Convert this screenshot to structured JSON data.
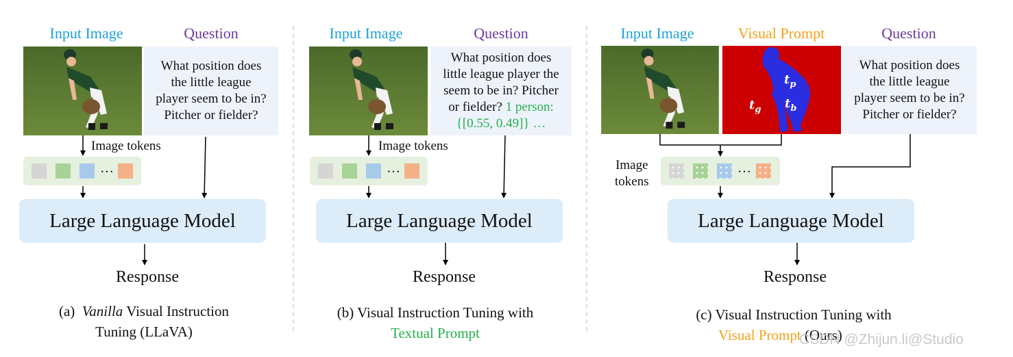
{
  "colors": {
    "input_image": "#1fa0dc",
    "question": "#6b3a9e",
    "visual_prompt": "#f5a01a",
    "textual_prompt": "#22b04a",
    "llm_fill": "#dcecf8",
    "question_fill": "#eef3fb",
    "token_bar_fill": "#e6f0df",
    "mask_background": "#cc0000",
    "mask_person": "#2a2de0"
  },
  "panel_a": {
    "input_image_label": "Input Image",
    "question_label": "Question",
    "question_lines": [
      "What position does",
      "the little league",
      "player seem to be in?",
      "Pitcher or fielder?"
    ],
    "image_tokens_label": "Image tokens",
    "token_ellipsis": "…",
    "llm_label": "Large Language Model",
    "response_label": "Response",
    "caption_prefix": "(a)",
    "caption_italic": "Vanilla",
    "caption_line1_rest": "Visual Instruction",
    "caption_line2": "Tuning (LLaVA)"
  },
  "panel_b": {
    "input_image_label": "Input Image",
    "question_label": "Question",
    "question_lines": [
      "What position does",
      "little league player the",
      "seem to be in? Pitcher"
    ],
    "question_line4_black": "or fielder?",
    "question_line4_green": "1 person:",
    "question_line5_green": "{[0.55, 0.49]} …",
    "image_tokens_label": "Image tokens",
    "token_ellipsis": "…",
    "llm_label": "Large Language Model",
    "response_label": "Response",
    "caption_line1": "(b)  Visual Instruction Tuning with",
    "caption_line2": "Textual Prompt"
  },
  "panel_c": {
    "input_image_label": "Input Image",
    "visual_prompt_label": "Visual Prompt",
    "question_label": "Question",
    "question_lines": [
      "What position does",
      "the little league",
      "player seem to be in?",
      "Pitcher or fielder?"
    ],
    "mask_labels": {
      "tp": {
        "base": "t",
        "sub": "p"
      },
      "tb": {
        "base": "t",
        "sub": "b"
      },
      "tg": {
        "base": "t",
        "sub": "g"
      }
    },
    "image_tokens_label_line1": "Image",
    "image_tokens_label_line2": "tokens",
    "token_ellipsis": "…",
    "llm_label": "Large Language Model",
    "response_label": "Response",
    "caption_line1": "(c)  Visual Instruction Tuning with",
    "caption_line2_orange": "Visual Prompt",
    "caption_line2_black": "(Ours)"
  },
  "watermark": "CSDN @Zhijun.li@Studio"
}
